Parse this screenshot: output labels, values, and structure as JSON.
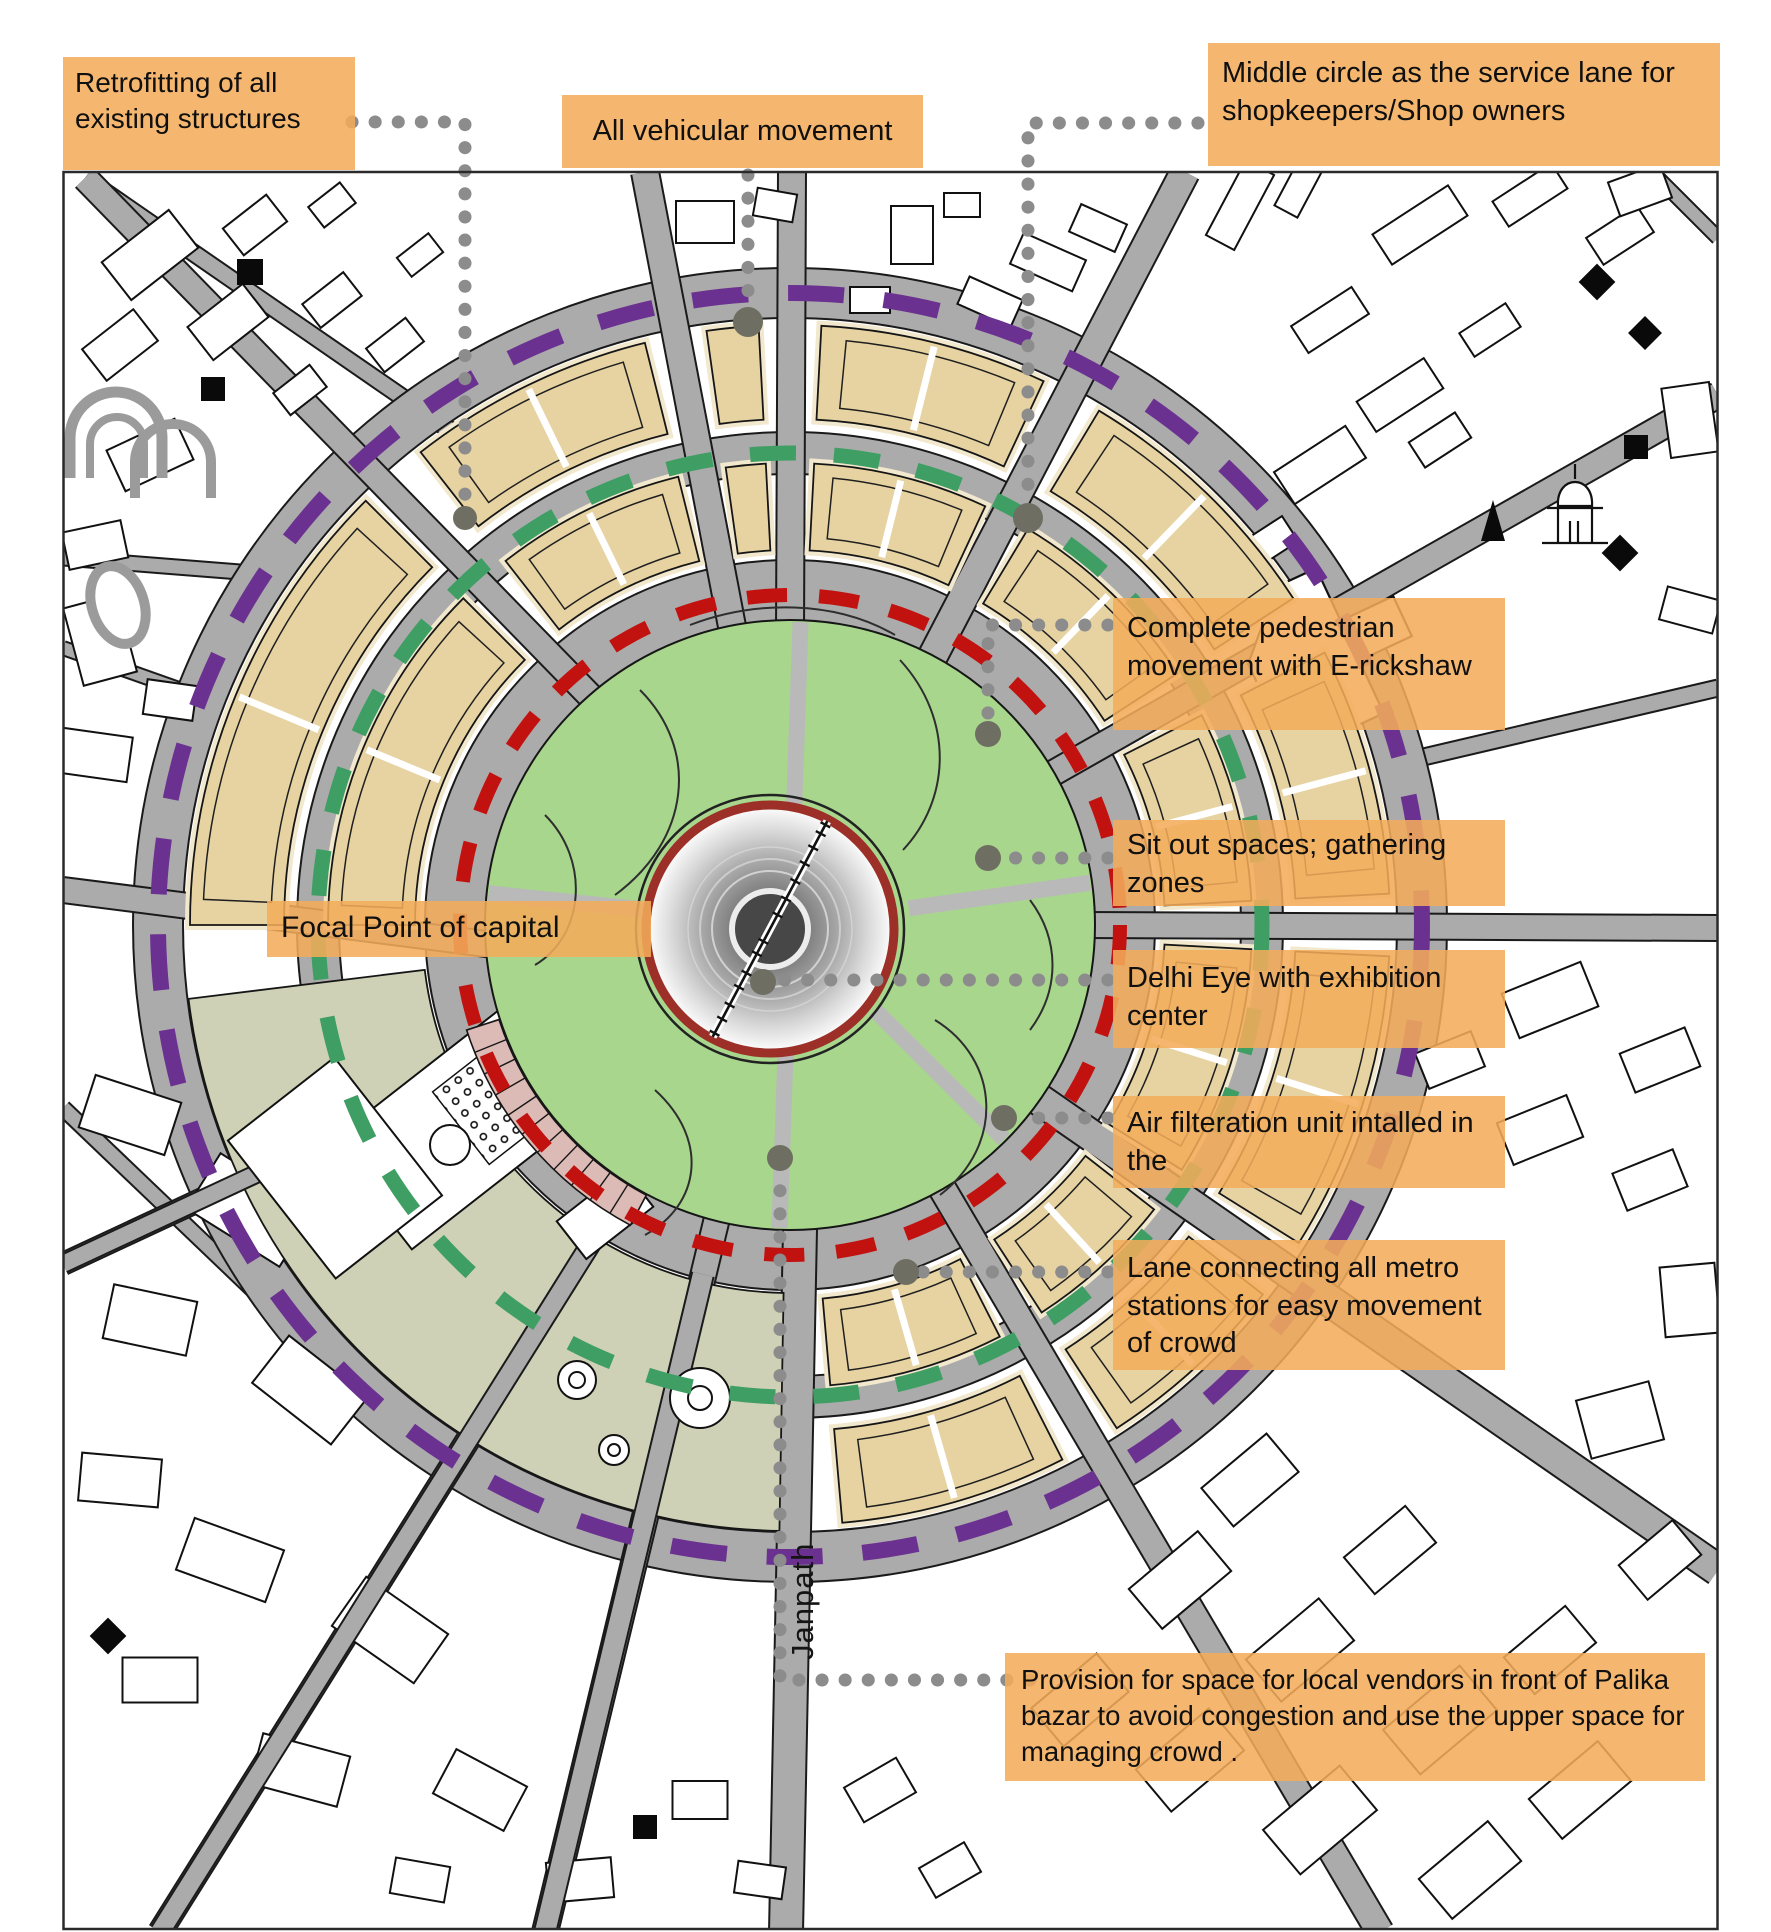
{
  "annotations": {
    "retrofitting": "Retrofitting of all existing structures",
    "vehicular": "All vehicular movement",
    "middle_circle": "Middle circle as the service lane for shopkeepers/Shop owners",
    "pedestrian": "Complete pedestrian movement with E-rickshaw",
    "sit_out": "Sit out spaces; gathering zones",
    "focal_point": "Focal Point of capital",
    "delhi_eye": "Delhi Eye with exhibition center",
    "air_filter": "Air filteration unit intalled in the",
    "lane_metro": "Lane connecting all metro stations for easy movement of crowd",
    "provision": "Provision for space for local vendors in front of Palika bazar to avoid congestion and use the upper space for managing crowd .",
    "road_name": "Janpath"
  },
  "colors": {
    "label_orange": "rgba(243,172,90,0.87)",
    "outer_ring_dash": "#6b3190",
    "middle_ring_dash": "#3f9e63",
    "inner_ring_dash": "#c21210",
    "road_gray": "#ababab",
    "block_tan": "#e7d3a2",
    "block_tan_halo": "#f2e8cd",
    "block_olive": "#ced1b5",
    "park_green": "#a7d68c",
    "stall_pink": "#dcbab6",
    "eye_ring_red": "#9c2f28",
    "leader_dot": "#8c8c8c",
    "leader_end_dot": "#6e6e62",
    "outline_black": "#1a1a1a"
  }
}
